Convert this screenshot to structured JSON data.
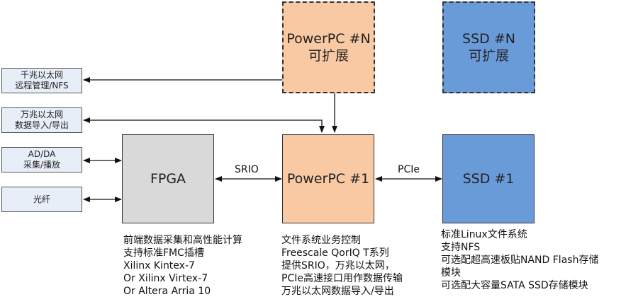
{
  "left_boxes": [
    {
      "line1": "千兆以太网",
      "line2": "远程管理/NFS"
    },
    {
      "line1": "万兆以太网",
      "line2": "数据导入/导出"
    },
    {
      "line1": "AD/DA",
      "line2": "采集/播放"
    },
    {
      "line1": "光纤",
      "line2": ""
    }
  ],
  "fpga": {
    "label": "FPGA"
  },
  "ppc1": {
    "label": "PowerPC #1"
  },
  "ppcN": {
    "line1": "PowerPC #N",
    "line2": "可扩展"
  },
  "ssd1": {
    "label": "SSD #1"
  },
  "ssdN": {
    "line1": "SSD #N",
    "line2": "可扩展"
  },
  "links": {
    "srio": "SRIO",
    "pcie": "PCIe"
  },
  "captions": {
    "fpga": [
      "前端数据采集和高性能计算",
      "支持标准FMC插槽",
      "Xilinx Kintex-7",
      "Or Xilinx Virtex-7",
      "Or Altera Arria 10"
    ],
    "ppc": [
      "文件系统业务控制",
      "Freescale QorIQ T系列",
      "提供SRIO，万兆以太网，",
      "PCIe高速接口用作数据传输",
      "万兆以太网数据导入/导出"
    ],
    "ssd": [
      "标准Linux文件系统",
      "支持NFS",
      "可选配超高速板贴NAND Flash存储",
      "模块",
      "可选配大容量SATA SSD存储模块"
    ]
  }
}
